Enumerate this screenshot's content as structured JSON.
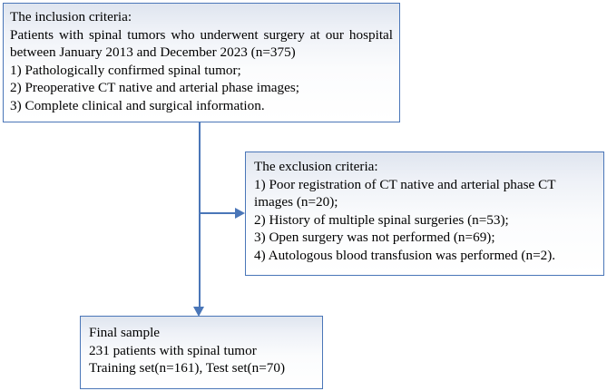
{
  "figure": {
    "type": "flowchart",
    "orientation": "vertical-with-right-branch",
    "colors": {
      "box_border": "#4a76b8",
      "connector": "#4a76b8",
      "box_fill_top": "#dfe5ef",
      "box_fill_bottom": "#ffffff",
      "text": "#000000"
    }
  },
  "nodes": {
    "inclusion": {
      "id": "inclusion-criteria",
      "heading": "The inclusion criteria:",
      "body": "Patients with spinal tumors who underwent surgery at our hospital between January 2013 and December 2023 (n=375)\n1) Pathologically confirmed spinal tumor;\n2) Preoperative CT native and arterial phase images;\n3) Complete clinical and surgical information.",
      "full_text": "The inclusion criteria:\nPatients with spinal tumors who underwent surgery at our hospital between January 2013 and December 2023 (n=375)\n1) Pathologically confirmed spinal tumor;\n2) Preoperative CT native and arterial phase images;\n3) Complete clinical and surgical information.",
      "items": [
        "Patients with spinal tumors who underwent surgery at our hospital between January 2013 and December 2023 (n=375)",
        "1) Pathologically confirmed spinal tumor;",
        "2) Preoperative CT native and arterial phase images;",
        "3) Complete clinical and surgical information."
      ],
      "total_n": 375
    },
    "exclusion": {
      "id": "exclusion-criteria",
      "heading": "The exclusion criteria:",
      "body": "1) Poor registration of CT native and arterial phase CT images (n=20);\n2) History of multiple spinal surgeries (n=53);\n3) Open surgery was not performed (n=69);\n4) Autologous blood transfusion was performed (n=2).",
      "full_text": "The exclusion criteria:\n1) Poor registration of CT native and arterial phase CT images (n=20);\n2) History of multiple spinal surgeries (n=53);\n3) Open surgery was not performed (n=69);\n4) Autologous blood transfusion was performed (n=2).",
      "items": [
        {
          "label": "1) Poor registration of CT native and arterial phase CT images (n=20);",
          "n": 20
        },
        {
          "label": "2) History of multiple spinal surgeries (n=53);",
          "n": 53
        },
        {
          "label": "3) Open surgery was not performed (n=69);",
          "n": 69
        },
        {
          "label": "4) Autologous blood transfusion was performed (n=2).",
          "n": 2
        }
      ]
    },
    "final": {
      "id": "final-sample",
      "heading": "Final sample",
      "body": "231 patients with spinal tumor\nTraining set(n=161), Test set(n=70)",
      "full_text": "Final sample\n231 patients with spinal tumor\nTraining set(n=161), Test set(n=70)",
      "lines": [
        "Final sample",
        "231 patients with spinal tumor",
        "Training set(n=161), Test set(n=70)"
      ],
      "total_n": 231,
      "training_n": 161,
      "test_n": 70
    }
  },
  "connectors": [
    {
      "id": "inclusion-to-final",
      "from": "inclusion-criteria",
      "to": "final-sample",
      "direction": "down",
      "arrowhead": true
    },
    {
      "id": "trunk-to-exclusion",
      "from": "inclusion-criteria",
      "to": "exclusion-criteria",
      "direction": "right",
      "arrowhead": true
    }
  ]
}
